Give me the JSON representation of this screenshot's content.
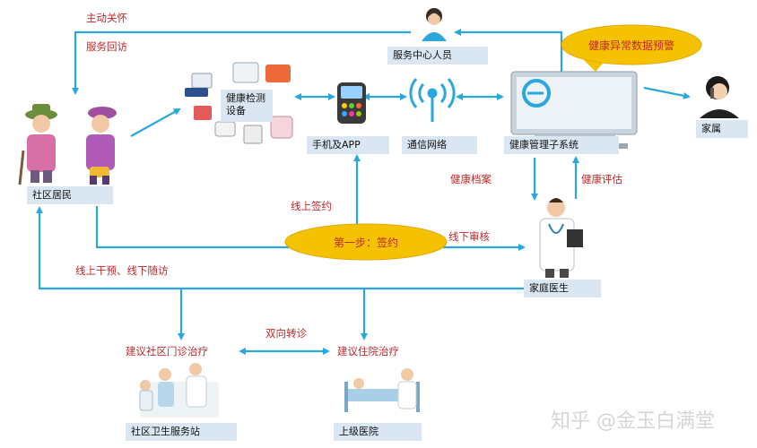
{
  "nodes": {
    "service_center": "服务中心人员",
    "health_devices": "健康检测\n设备",
    "phone_app": "手机及APP",
    "network": "通信网络",
    "health_system": "健康管理子系统",
    "family": "家属",
    "residents": "社区居民",
    "family_doctor": "家庭医生",
    "community_station": "社区卫生服务站",
    "upper_hospital": "上级医院"
  },
  "labels": {
    "care": "主动关怀",
    "revisit": "服务回访",
    "health_record": "健康档案",
    "health_assess": "健康评估",
    "online_sign": "线上签约",
    "offline_review": "线下审核",
    "intervention": "线上干预、线下随访",
    "referral": "双向转诊",
    "suggest_clinic": "建议社区门诊治疗",
    "suggest_hospital": "建议住院治疗"
  },
  "callouts": {
    "alert": "健康异常数据预警",
    "step1": "第一步：签约"
  },
  "watermark": "知乎 @金玉白满堂",
  "colors": {
    "arrow": "#2aa7dd",
    "label_bg": "#dbe6f3",
    "red_text": "#c0282a",
    "oval": "#f4c200"
  }
}
